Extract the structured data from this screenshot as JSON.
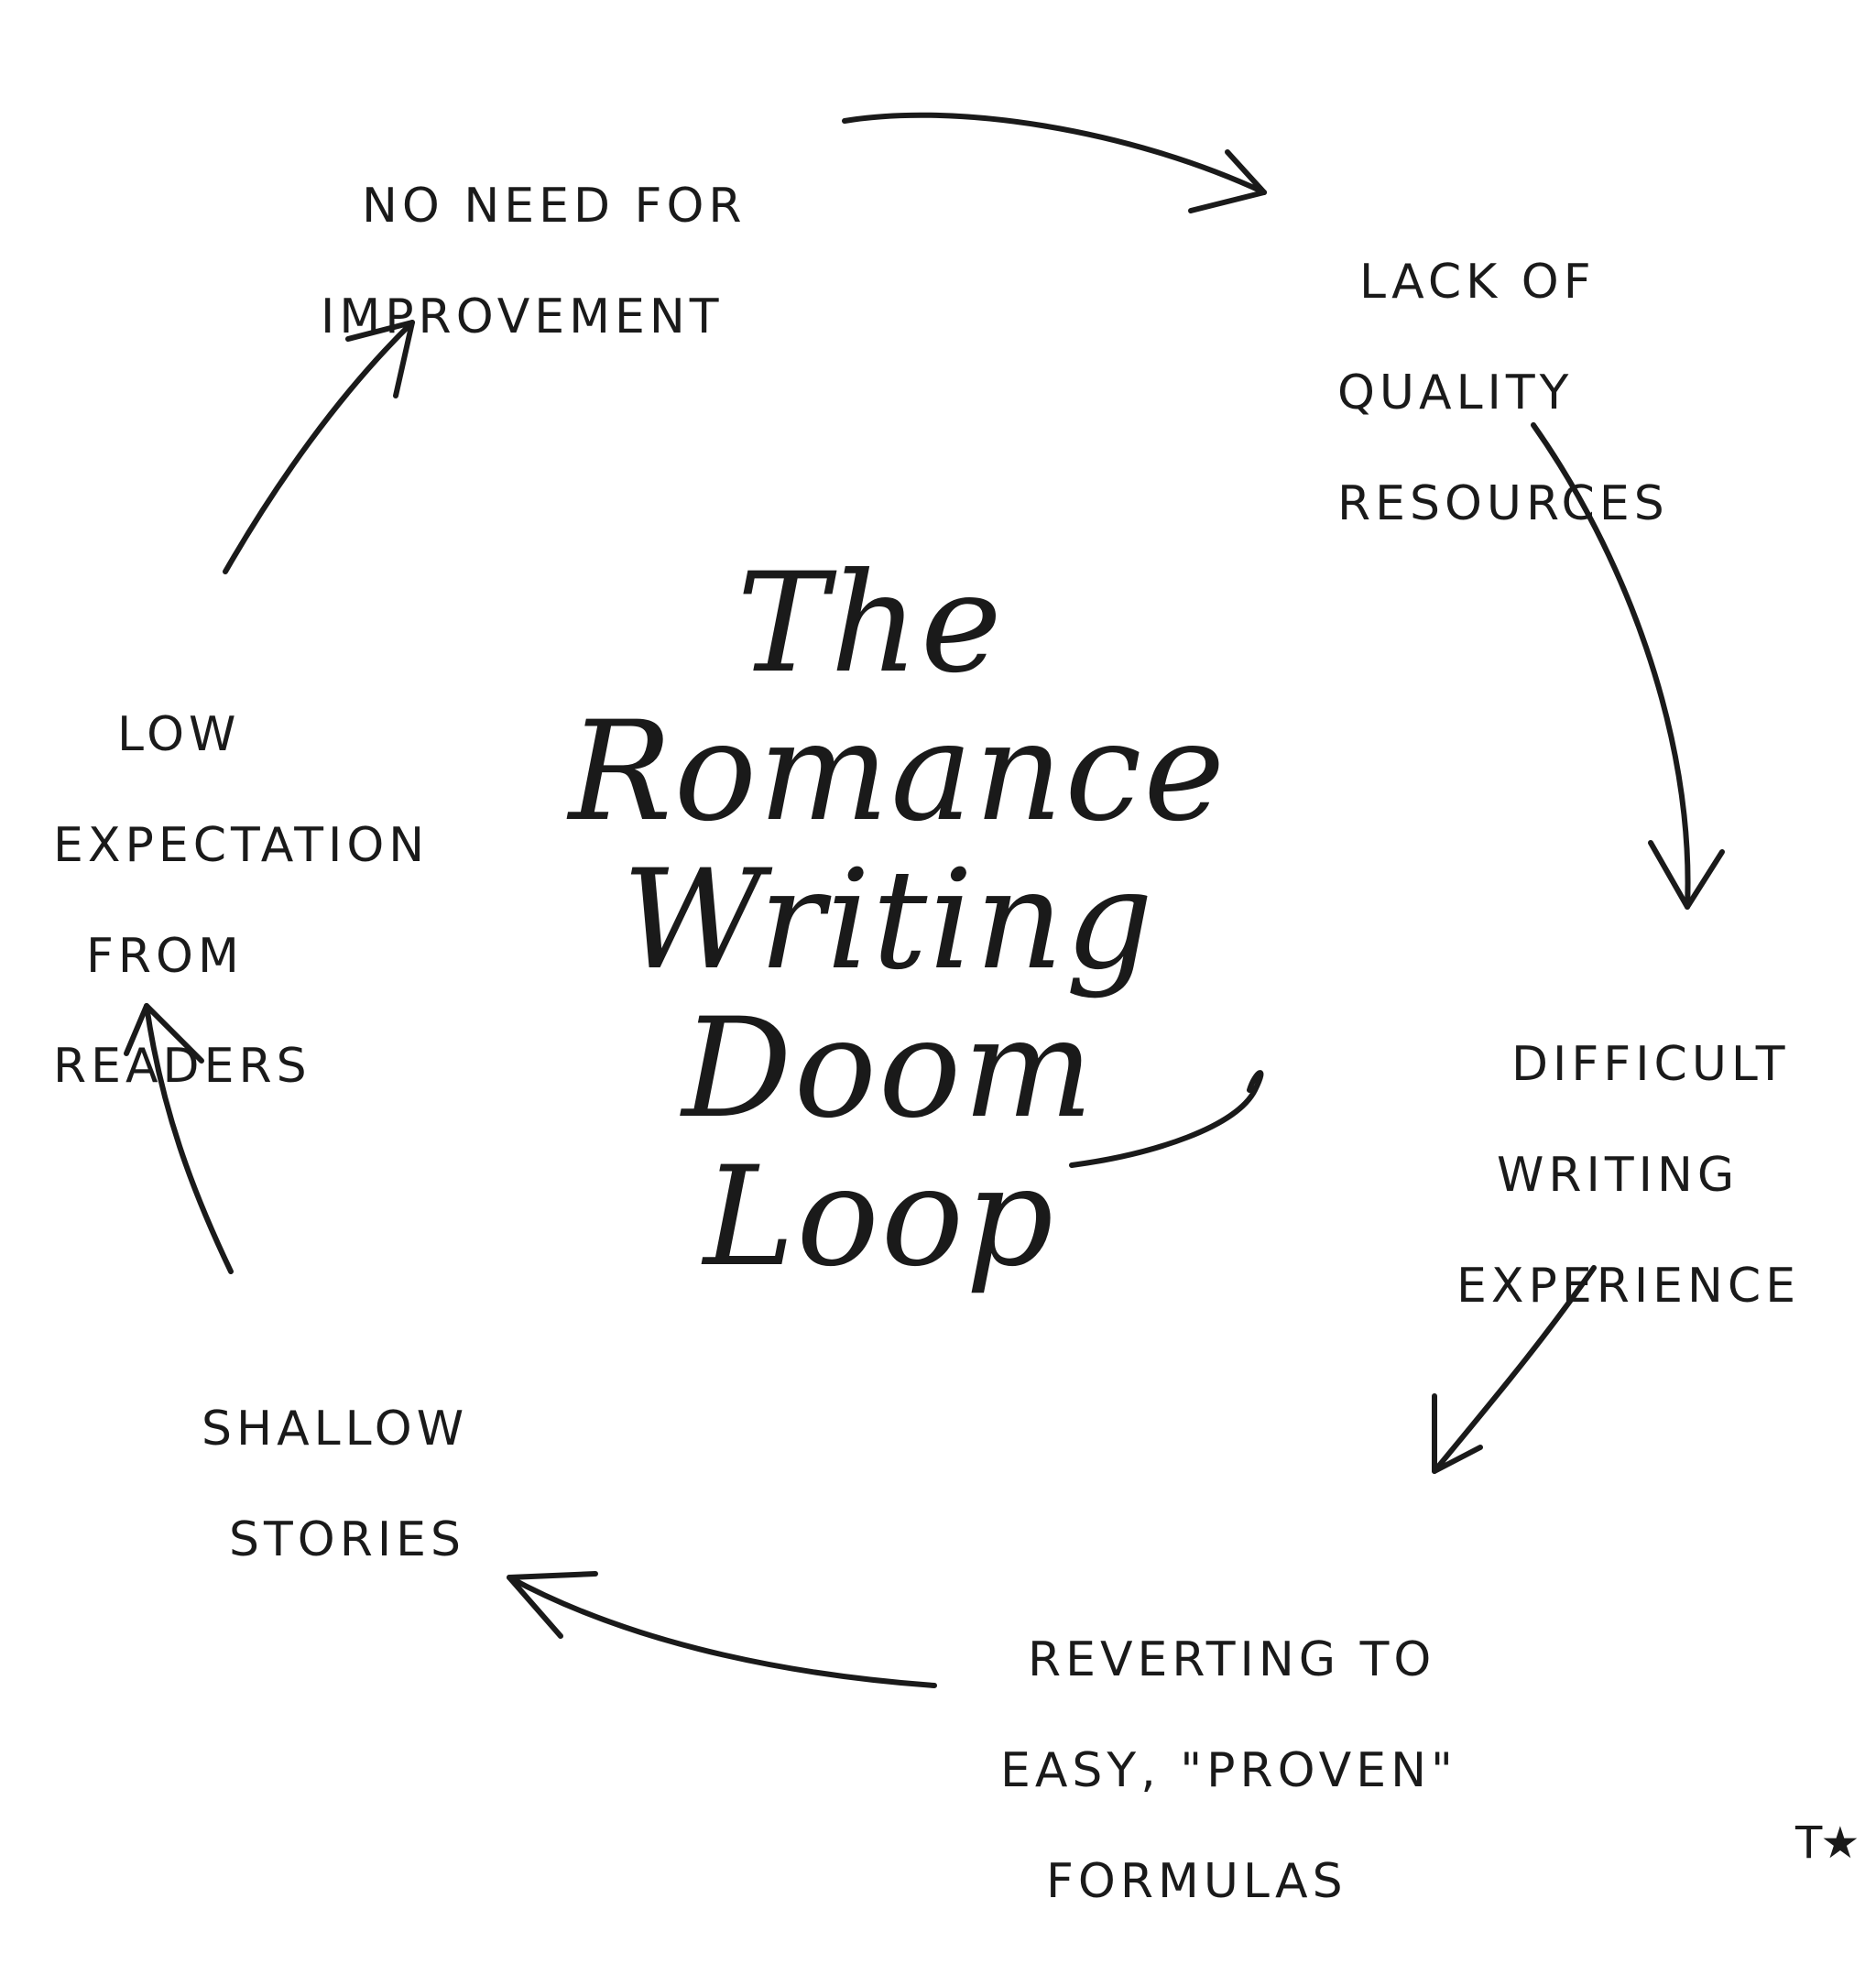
{
  "title": {
    "lines": [
      "The",
      "Romance",
      "Writing",
      "Doom",
      "Loop"
    ]
  },
  "nodes": [
    {
      "id": "no-need",
      "lines": [
        "NO NEED FOR",
        "IMPROVEMENT"
      ]
    },
    {
      "id": "lack-resources",
      "lines": [
        "LACK OF",
        "QUALITY",
        "RESOURCES"
      ]
    },
    {
      "id": "difficult-writing",
      "lines": [
        "DIFFICULT",
        "WRITING",
        "EXPERIENCE"
      ]
    },
    {
      "id": "reverting",
      "lines": [
        "REVERTING TO",
        "EASY, \"PROVEN\"",
        "FORMULAS"
      ]
    },
    {
      "id": "shallow",
      "lines": [
        "SHALLOW",
        "STORIES"
      ]
    },
    {
      "id": "low-expectation",
      "lines": [
        "LOW",
        "EXPECTATION",
        "FROM",
        "READERS"
      ]
    }
  ],
  "signature": "T★",
  "colors": {
    "ink": "#1a1a1a",
    "background": "#ffffff"
  }
}
